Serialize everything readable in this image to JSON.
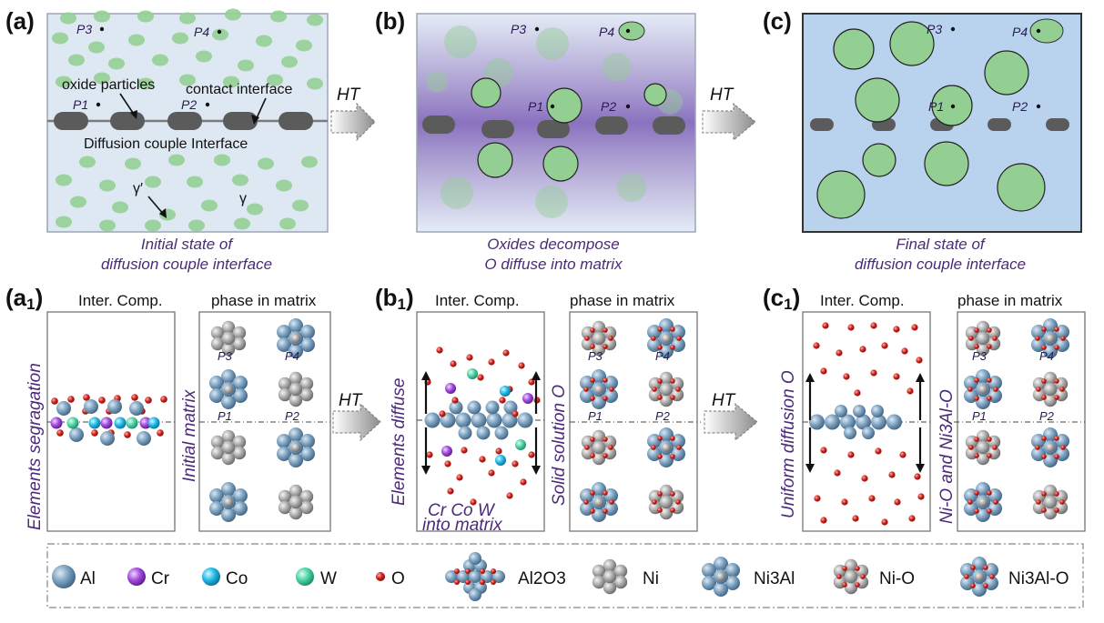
{
  "top": {
    "panels": [
      {
        "label": "(a)",
        "caption1": "Initial state of",
        "caption2": "diffusion couple interface"
      },
      {
        "label": "(b)",
        "caption1": "Oxides decompose",
        "caption2": "O diffuse into matrix"
      },
      {
        "label": "(c)",
        "caption1": "Final state of",
        "caption2": "diffusion couple interface"
      }
    ],
    "points": {
      "p1": "P1",
      "p2": "P2",
      "p3": "P3",
      "p4": "P4"
    },
    "annotations": {
      "oxide_particles": "oxide particles",
      "contact_interface": "contact interface",
      "diffusion_couple_interface": "Diffusion couple Interface",
      "gamma_prime": "γ′",
      "gamma": "γ"
    },
    "arrow_label": "HT"
  },
  "bottom": {
    "panels": [
      {
        "label": "(a1)",
        "comp_title": "Inter. Comp.",
        "comp_side": "Elements segragation",
        "phase_title": "phase in matrix",
        "phase_side": "Initial matrix"
      },
      {
        "label": "(b1)",
        "comp_title": "Inter. Comp.",
        "comp_side": "Elements diffuse",
        "comp_note1": "Cr Co W",
        "comp_note2": "into matrix",
        "phase_title": "phase in matrix",
        "phase_side": "Solid solution O"
      },
      {
        "label": "(c1)",
        "comp_title": "Inter. Comp.",
        "comp_side": "Uniform diffusion O",
        "phase_title": "phase in matrix",
        "phase_side": "Ni-O and Ni3Al-O"
      }
    ],
    "arrow_label": "HT"
  },
  "legend": {
    "al": "Al",
    "cr": "Cr",
    "co": "Co",
    "w": "W",
    "o": "O",
    "al2o3": "Al2O3",
    "ni": "Ni",
    "ni3al": "Ni3Al",
    "nio": "Ni-O",
    "ni3alo": "Ni3Al-O"
  },
  "colors": {
    "al": "#6f96b5",
    "ni": "#a7a7a7",
    "cr": "#9b3fd6",
    "co": "#19b5e6",
    "w": "#43cfa3",
    "o": "#d0231f",
    "gamma_prime": "#93cf93",
    "oxide": "#5b5b5b",
    "matrix_a": "#dde8f3",
    "matrix_c": "#b9d3ef",
    "caption": "#4b2a7a"
  }
}
